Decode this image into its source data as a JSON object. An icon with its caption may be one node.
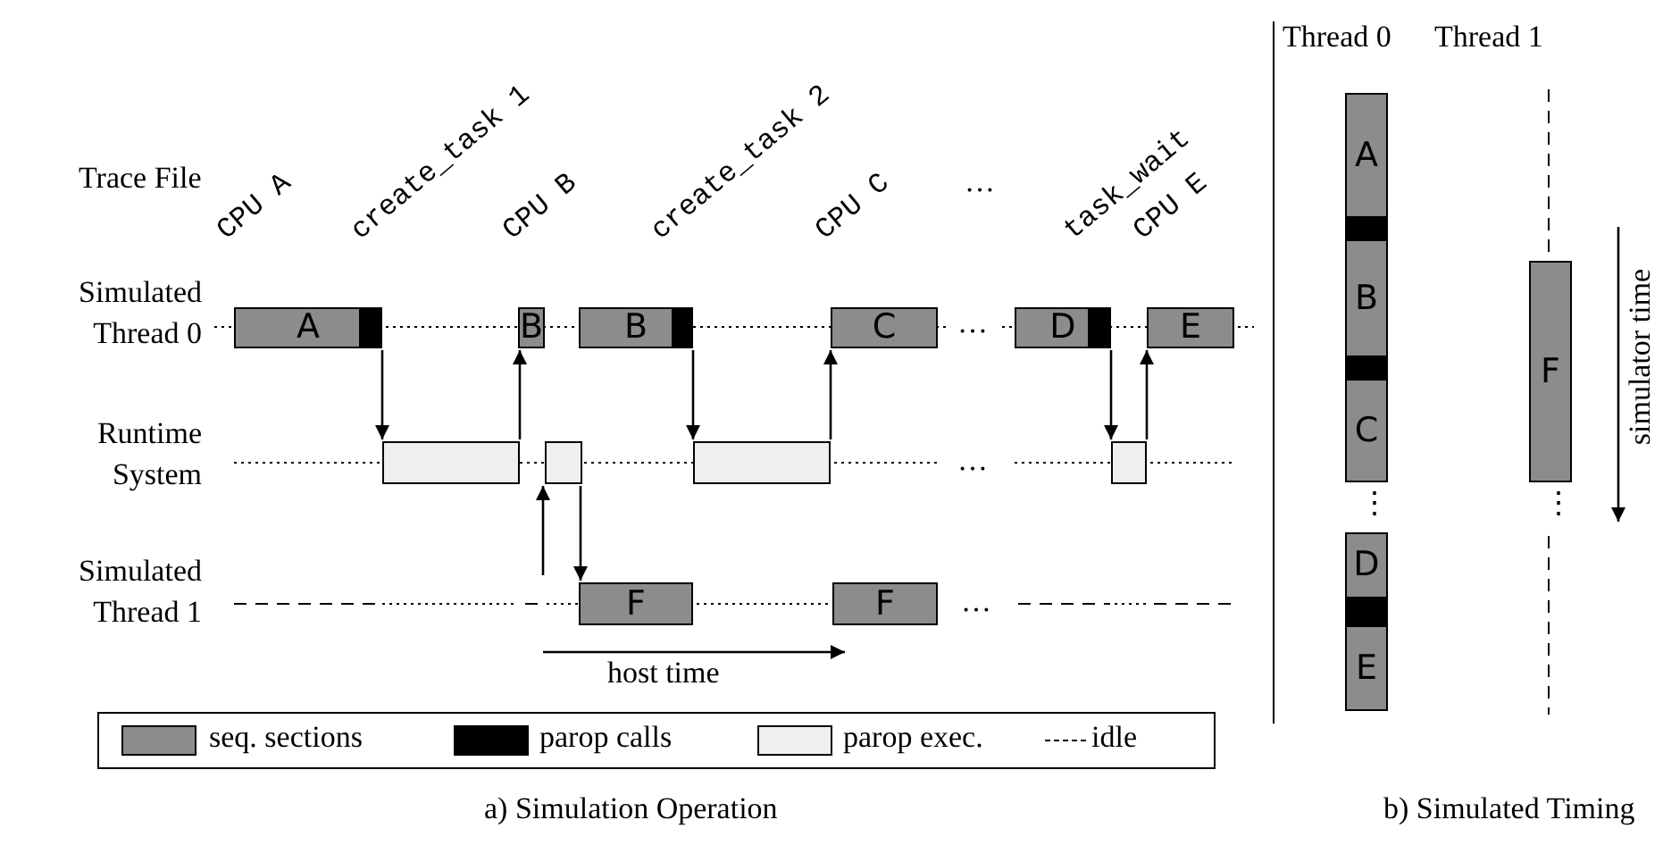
{
  "diagram": {
    "nodes": [
      {
        "text": [
          "A"
        ]
      },
      {
        "text": [
          "B"
        ]
      },
      {
        "text": [
          "B"
        ]
      },
      {
        "text": [
          "C"
        ]
      },
      {
        "text": [
          "D"
        ]
      },
      {
        "text": [
          "E"
        ]
      },
      {
        "text": [],
        "shape": "box"
      },
      {
        "text": [],
        "shape": "box"
      },
      {
        "text": [],
        "shape": "box"
      },
      {
        "text": [],
        "shape": "box"
      },
      {
        "text": [
          "F"
        ]
      },
      {
        "text": [
          "F"
        ]
      },
      {
        "text": [
          "A"
        ]
      },
      {
        "text": [
          "B"
        ]
      },
      {
        "text": [
          "C"
        ]
      },
      {
        "text": [
          "D"
        ]
      },
      {
        "text": [
          "E"
        ]
      },
      {
        "text": [
          "F"
        ]
      }
    ],
    "edges": [
      {
        "from": 0,
        "to": 6,
        "arrow": "to"
      },
      {
        "from": 6,
        "to": 1,
        "arrow": "to"
      },
      {
        "from": null,
        "to": 7,
        "arrow": "to"
      },
      {
        "from": 7,
        "to": 10,
        "arrow": "to"
      },
      {
        "from": 2,
        "to": 8,
        "arrow": "to"
      },
      {
        "from": 8,
        "to": 3,
        "arrow": "to"
      },
      {
        "from": 4,
        "to": 9,
        "arrow": "to"
      },
      {
        "from": 9,
        "to": 5,
        "arrow": "to"
      }
    ],
    "labels": [
      "Trace File",
      "CPU A",
      "create_task 1",
      "CPU B",
      "create_task 2",
      "CPU C",
      "…",
      "task_wait",
      "CPU E",
      "Simulated Thread 0",
      "…",
      "Runtime System",
      "…",
      "Simulated Thread 1",
      "…",
      "host time",
      "Thread 0",
      "Thread 1",
      "simulator time",
      "⋮",
      "⋮",
      "a) Simulation Operation",
      "b) Simulated Timing"
    ],
    "legend": [
      {
        "text": "seq. sections",
        "color": "#8c8c8c"
      },
      {
        "text": "parop calls",
        "color": "#000000"
      },
      {
        "text": "parop exec.",
        "color": "#efefef"
      },
      {
        "text": "idle"
      }
    ]
  }
}
